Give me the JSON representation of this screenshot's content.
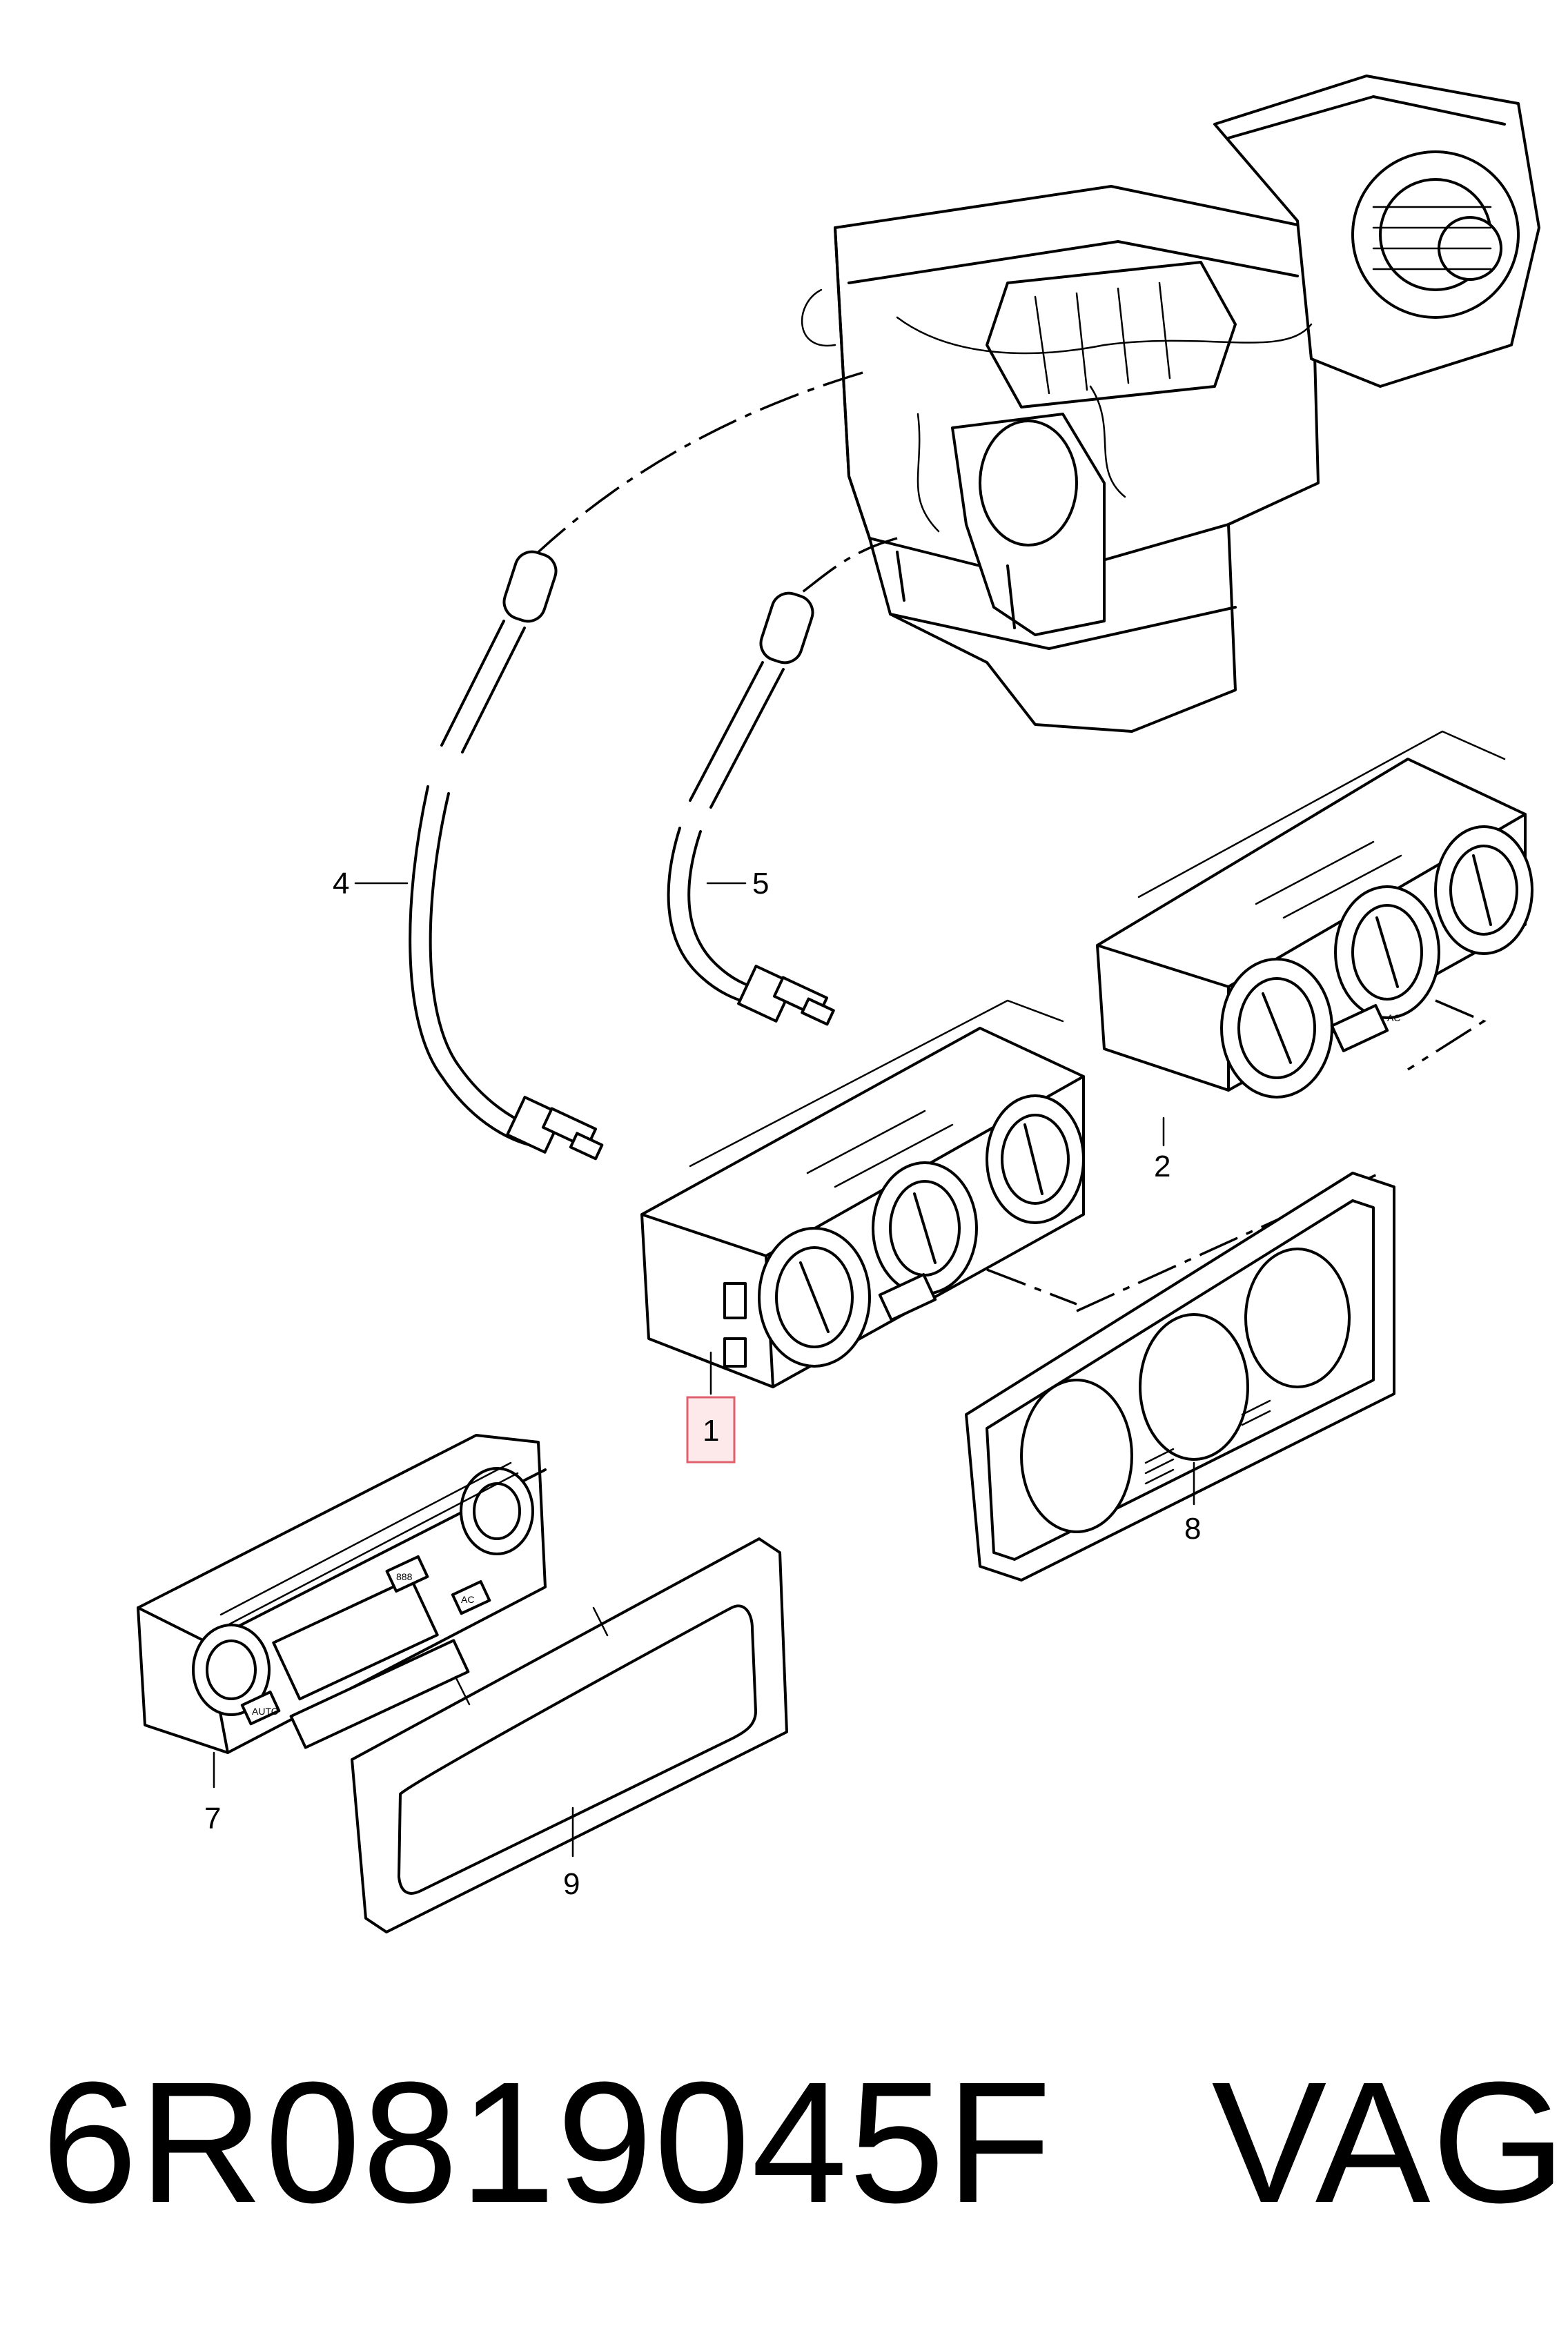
{
  "callouts": {
    "c1": "1",
    "c2": "2",
    "c4": "4",
    "c5": "5",
    "c7": "7",
    "c8": "8",
    "c9": "9"
  },
  "highlighted_callout": "1",
  "panel_labels": {
    "ac": "AC",
    "auto": "AUTO",
    "display": "888"
  },
  "caption": {
    "part_number": "6R0819045F",
    "brand": "VAG"
  },
  "colors": {
    "highlight_fill": "#fde8ea",
    "highlight_stroke": "#e0606e",
    "line": "#000000",
    "background": "#ffffff"
  }
}
